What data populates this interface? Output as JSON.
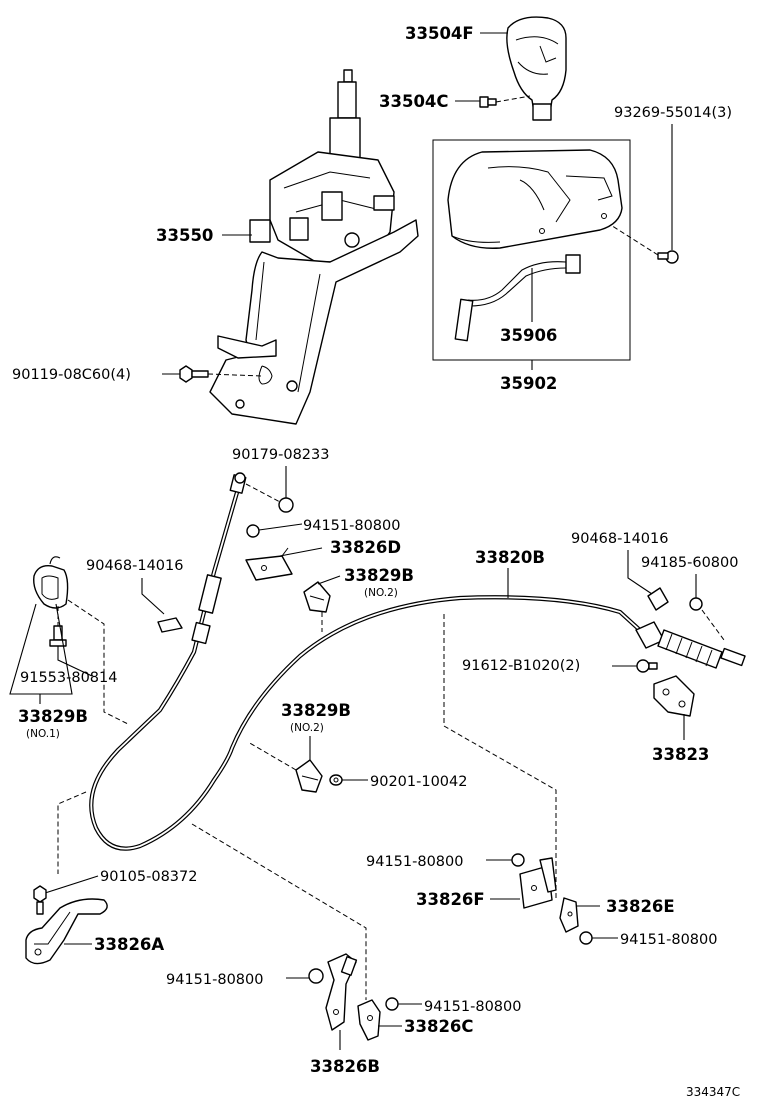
{
  "labels": {
    "p33504F": "33504F",
    "p33504C": "33504C",
    "p93269": "93269-55014(3)",
    "p33550": "33550",
    "p35906": "35906",
    "p35902": "35902",
    "p90119": "90119-08C60(4)",
    "p90179": "90179-08233",
    "p94151a": "94151-80800",
    "p33826D": "33826D",
    "p33829B_a": "33829B",
    "no2_a": "(NO.2)",
    "p33820B": "33820B",
    "p90468a": "90468-14016",
    "p90468b": "90468-14016",
    "p94185": "94185-60800",
    "p91612": "91612-B1020(2)",
    "p33823": "33823",
    "p91553": "91553-80814",
    "p33829B_b": "33829B",
    "no1": "(NO.1)",
    "p33829B_c": "33829B",
    "no2_b": "(NO.2)",
    "p90201": "90201-10042",
    "p94151b": "94151-80800",
    "p33826F": "33826F",
    "p33826E": "33826E",
    "p94151c": "94151-80800",
    "p90105": "90105-08372",
    "p33826A": "33826A",
    "p94151d": "94151-80800",
    "p94151e": "94151-80800",
    "p33826C": "33826C",
    "p33826B": "33826B",
    "code": "334347C"
  }
}
